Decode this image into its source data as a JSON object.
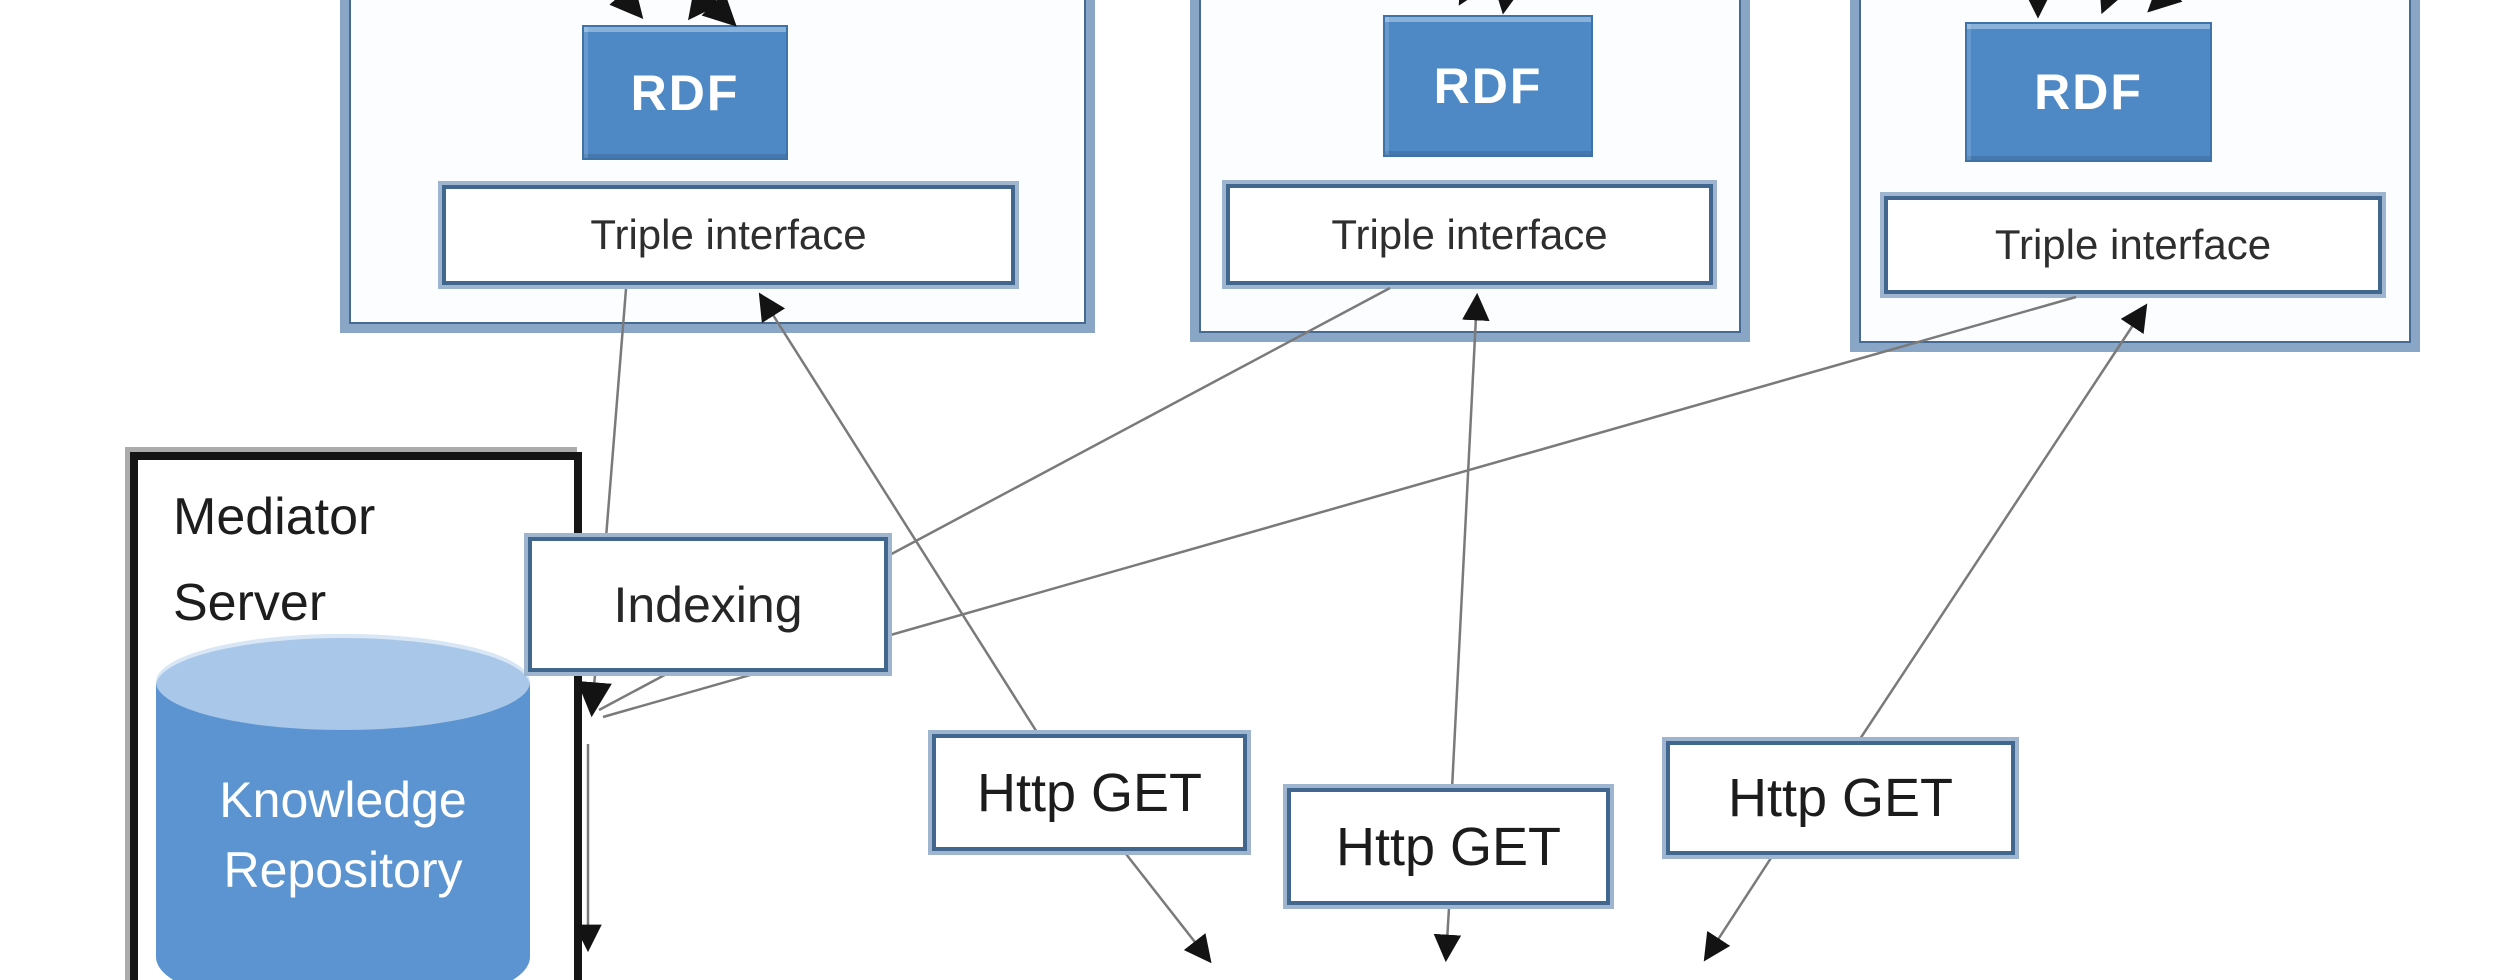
{
  "diagram": {
    "panels": [
      {
        "rdf_label": "RDF",
        "interface_label": "Triple interface"
      },
      {
        "rdf_label": "RDF",
        "interface_label": "Triple interface"
      },
      {
        "rdf_label": "RDF",
        "interface_label": "Triple interface"
      }
    ],
    "mediator": {
      "title_line1": "Mediator",
      "title_line2": "Server"
    },
    "knowledge_repository": {
      "label_line1": "Knowledge",
      "label_line2": "Repository"
    },
    "indexing": {
      "label": "Indexing"
    },
    "http_get_boxes": [
      {
        "label": "Http GET"
      },
      {
        "label": "Http GET"
      },
      {
        "label": "Http GET"
      }
    ],
    "colors": {
      "accent_blue": "#4f81bd",
      "panel_border": "#8aa6c6",
      "panel_border_inner": "#476a92",
      "rdf_fill": "#4e89c6",
      "cylinder_body": "#5b94d0",
      "cylinder_top": "#a9c7e9",
      "wire_gray": "#7a7a7a",
      "arrow_black": "#131313",
      "mediator_border": "#151515"
    }
  }
}
